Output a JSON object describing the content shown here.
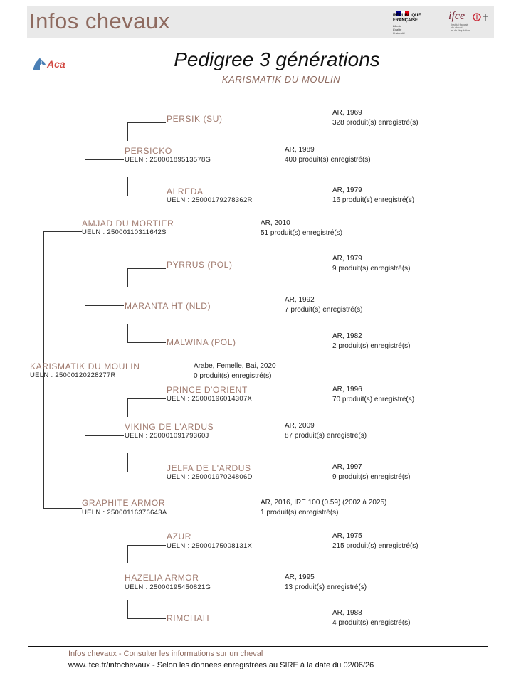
{
  "header": {
    "site_title": "Infos chevaux",
    "rf_logo": {
      "line1": "RÉPUBLIQUE",
      "line2": "FRANÇAISE",
      "motto": [
        "Liberté",
        "Égalité",
        "Fraternité"
      ]
    },
    "ifce_logo": {
      "word": "ifce",
      "subtitle": [
        "Institut français",
        "du cheval",
        "et de l'équitation"
      ]
    }
  },
  "aca_logo": {
    "text": "Aca",
    "icon": "horse-head-icon"
  },
  "document": {
    "title": "Pedigree 3 générations",
    "subject": "KARISMATIK DU MOULIN"
  },
  "pedigree": {
    "subject": {
      "name": "KARISMATIK DU MOULIN",
      "ueln": "UELN : 25000120228277R",
      "info1": "Arabe, Femelle, Bai, 2020",
      "info2": "0 produit(s) enregistré(s)"
    },
    "sire": {
      "name": "AMJAD DU MORTIER",
      "ueln": "UELN : 25000110311642S",
      "info1": "AR, 2010",
      "info2": "51 produit(s) enregistré(s)"
    },
    "sire_sire": {
      "name": "PERSICKO",
      "ueln": "UELN : 25000189513578G",
      "info1": "AR, 1989",
      "info2": "400 produit(s) enregistré(s)"
    },
    "sire_sire_sire": {
      "name": "PERSIK (SU)",
      "ueln": "",
      "info1": "AR, 1969",
      "info2": "328 produit(s) enregistré(s)"
    },
    "sire_sire_dam": {
      "name": "ALREDA",
      "ueln": "UELN : 25000179278362R",
      "info1": "AR, 1979",
      "info2": "16 produit(s) enregistré(s)"
    },
    "sire_dam": {
      "name": "MARANTA HT (NLD)",
      "ueln": "",
      "info1": "AR, 1992",
      "info2": "7 produit(s) enregistré(s)"
    },
    "sire_dam_sire": {
      "name": "PYRRUS (POL)",
      "ueln": "",
      "info1": "AR, 1979",
      "info2": "9 produit(s) enregistré(s)"
    },
    "sire_dam_dam": {
      "name": "MALWINA (POL)",
      "ueln": "",
      "info1": "AR, 1982",
      "info2": "2 produit(s) enregistré(s)"
    },
    "dam": {
      "name": "GRAPHITE ARMOR",
      "ueln": "UELN : 25000116376643A",
      "info1": "AR, 2016, IRE 100 (0.59) (2002 à 2025)",
      "info2": "1 produit(s) enregistré(s)"
    },
    "dam_sire": {
      "name": "VIKING DE L'ARDUS",
      "ueln": "UELN : 25000109179360J",
      "info1": "AR, 2009",
      "info2": "87 produit(s) enregistré(s)"
    },
    "dam_sire_sire": {
      "name": "PRINCE D'ORIENT",
      "ueln": "UELN : 25000196014307X",
      "info1": "AR, 1996",
      "info2": "70 produit(s) enregistré(s)"
    },
    "dam_sire_dam": {
      "name": "JELFA DE L'ARDUS",
      "ueln": "UELN : 25000197024806D",
      "info1": "AR, 1997",
      "info2": "9 produit(s) enregistré(s)"
    },
    "dam_dam": {
      "name": "HAZELIA ARMOR",
      "ueln": "UELN : 25000195450821G",
      "info1": "AR, 1995",
      "info2": "13 produit(s) enregistré(s)"
    },
    "dam_dam_sire": {
      "name": "AZUR",
      "ueln": "UELN : 25000175008131X",
      "info1": "AR, 1975",
      "info2": "215 produit(s) enregistré(s)"
    },
    "dam_dam_dam": {
      "name": "RIMCHAH",
      "ueln": "",
      "info1": "AR, 1988",
      "info2": "4 produit(s) enregistré(s)"
    }
  },
  "footer": {
    "line1": "Infos chevaux - Consulter les informations sur un cheval",
    "line2": "www.ifce.fr/infochevaux - Selon les données enregistrées au SIRE à la date du 02/06/26"
  },
  "colors": {
    "accent": "#8e6a5f",
    "header_bg": "#e9e9e9",
    "text": "#222222",
    "flag_blue": "#000091",
    "flag_red": "#e1000f"
  }
}
